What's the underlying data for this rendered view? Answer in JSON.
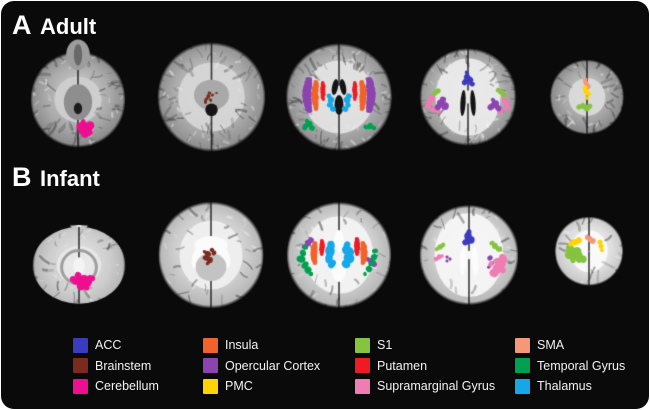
{
  "figure": {
    "background_color": "#ffffff",
    "panel_color": "#0a0a0a",
    "text_color": "#ffffff"
  },
  "panels": [
    {
      "letter": "A",
      "title": "Adult"
    },
    {
      "letter": "B",
      "title": "Infant"
    }
  ],
  "legend": {
    "columns": [
      [
        {
          "label": "ACC",
          "color": "#3b3bbf"
        },
        {
          "label": "Brainstem",
          "color": "#7a2b1e"
        },
        {
          "label": "Cerebellum",
          "color": "#ed0f8f"
        }
      ],
      [
        {
          "label": "Insula",
          "color": "#f2622b"
        },
        {
          "label": "Opercular Cortex",
          "color": "#8c44b0"
        },
        {
          "label": "PMC",
          "color": "#ffd400"
        }
      ],
      [
        {
          "label": "S1",
          "color": "#85c440"
        },
        {
          "label": "Putamen",
          "color": "#ed1c24"
        },
        {
          "label": "Supramarginal Gyrus",
          "color": "#ef7db4"
        }
      ],
      [
        {
          "label": "SMA",
          "color": "#f59878"
        },
        {
          "label": "Temporal Gyrus",
          "color": "#00a050"
        },
        {
          "label": "Thalamus",
          "color": "#15a8e8"
        }
      ]
    ]
  },
  "slices": {
    "adult": [
      {
        "name": "adult-slice-1",
        "description": "Axial slice at cerebellum level",
        "rois": [
          "Cerebellum"
        ]
      },
      {
        "name": "adult-slice-2",
        "description": "Axial slice at brainstem / midbrain level",
        "rois": [
          "Brainstem"
        ]
      },
      {
        "name": "adult-slice-3",
        "description": "Axial slice at basal ganglia level",
        "rois": [
          "Opercular Cortex",
          "Insula",
          "Putamen",
          "Thalamus",
          "Temporal Gyrus"
        ]
      },
      {
        "name": "adult-slice-4",
        "description": "Axial slice at superior lateral level",
        "rois": [
          "ACC",
          "Supramarginal Gyrus",
          "Opercular Cortex",
          "S1"
        ]
      },
      {
        "name": "adult-slice-5",
        "description": "Axial slice at vertex / medial motor level",
        "rois": [
          "SMA",
          "PMC",
          "S1"
        ]
      }
    ],
    "infant": [
      {
        "name": "infant-slice-1",
        "description": "Axial slice at cerebellum level",
        "rois": [
          "Cerebellum"
        ]
      },
      {
        "name": "infant-slice-2",
        "description": "Axial slice at brainstem / midbrain level",
        "rois": [
          "Brainstem"
        ]
      },
      {
        "name": "infant-slice-3",
        "description": "Axial slice at basal ganglia level",
        "rois": [
          "Opercular Cortex",
          "Insula",
          "Putamen",
          "Thalamus",
          "Temporal Gyrus"
        ]
      },
      {
        "name": "infant-slice-4",
        "description": "Axial slice at superior lateral level",
        "rois": [
          "ACC",
          "Supramarginal Gyrus",
          "Opercular Cortex",
          "S1"
        ]
      },
      {
        "name": "infant-slice-5",
        "description": "Axial slice at vertex / medial motor level",
        "rois": [
          "SMA",
          "PMC",
          "S1"
        ]
      }
    ]
  }
}
